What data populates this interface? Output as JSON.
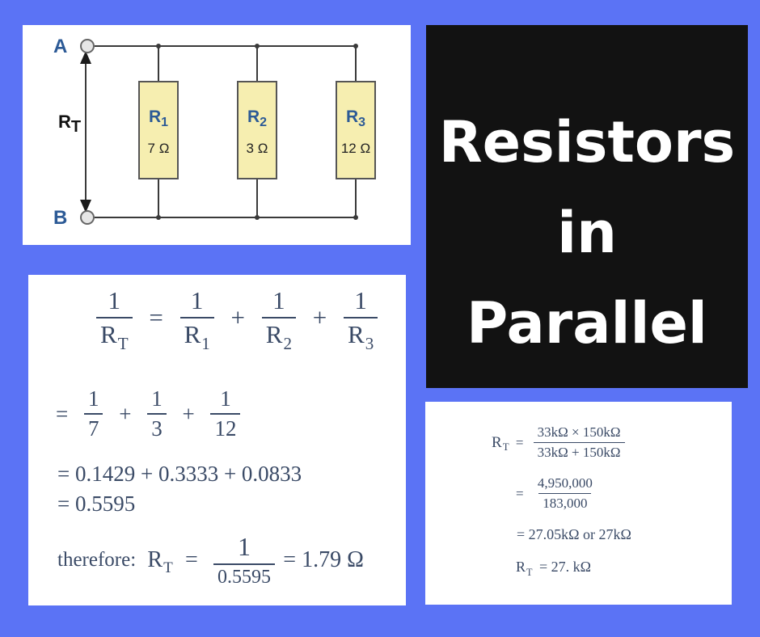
{
  "title": {
    "lines": [
      "Resistors",
      "in",
      "Parallel"
    ]
  },
  "circuit": {
    "node_a": "A",
    "node_b": "B",
    "total_label": "R",
    "total_sub": "T",
    "resistors": [
      {
        "name": "R",
        "sub": "1",
        "value": "7 Ω"
      },
      {
        "name": "R",
        "sub": "2",
        "value": "3 Ω"
      },
      {
        "name": "R",
        "sub": "3",
        "value": "12 Ω"
      }
    ],
    "colors": {
      "wire": "#3a3a3a",
      "resistor_fill": "#f6eeb0",
      "resistor_stroke": "#555555",
      "label": "#2c5a96"
    }
  },
  "formula": {
    "one": "1",
    "r": "R",
    "t": "T",
    "subs": [
      "1",
      "2",
      "3"
    ],
    "plus": "+",
    "equals": "=",
    "denoms": [
      "7",
      "3",
      "12"
    ],
    "line3": "= 0.1429 + 0.3333 + 0.0833",
    "line4": "= 0.5595",
    "therefore": "therefore:",
    "final_den": "0.5595",
    "final_result": "= 1.79 Ω"
  },
  "example": {
    "num1": "33kΩ × 150kΩ",
    "den1": "33kΩ + 150kΩ",
    "num2": "4,950,000",
    "den2": "183,000",
    "line3": "= 27.05kΩ or 27kΩ",
    "final": "= 27. kΩ"
  }
}
